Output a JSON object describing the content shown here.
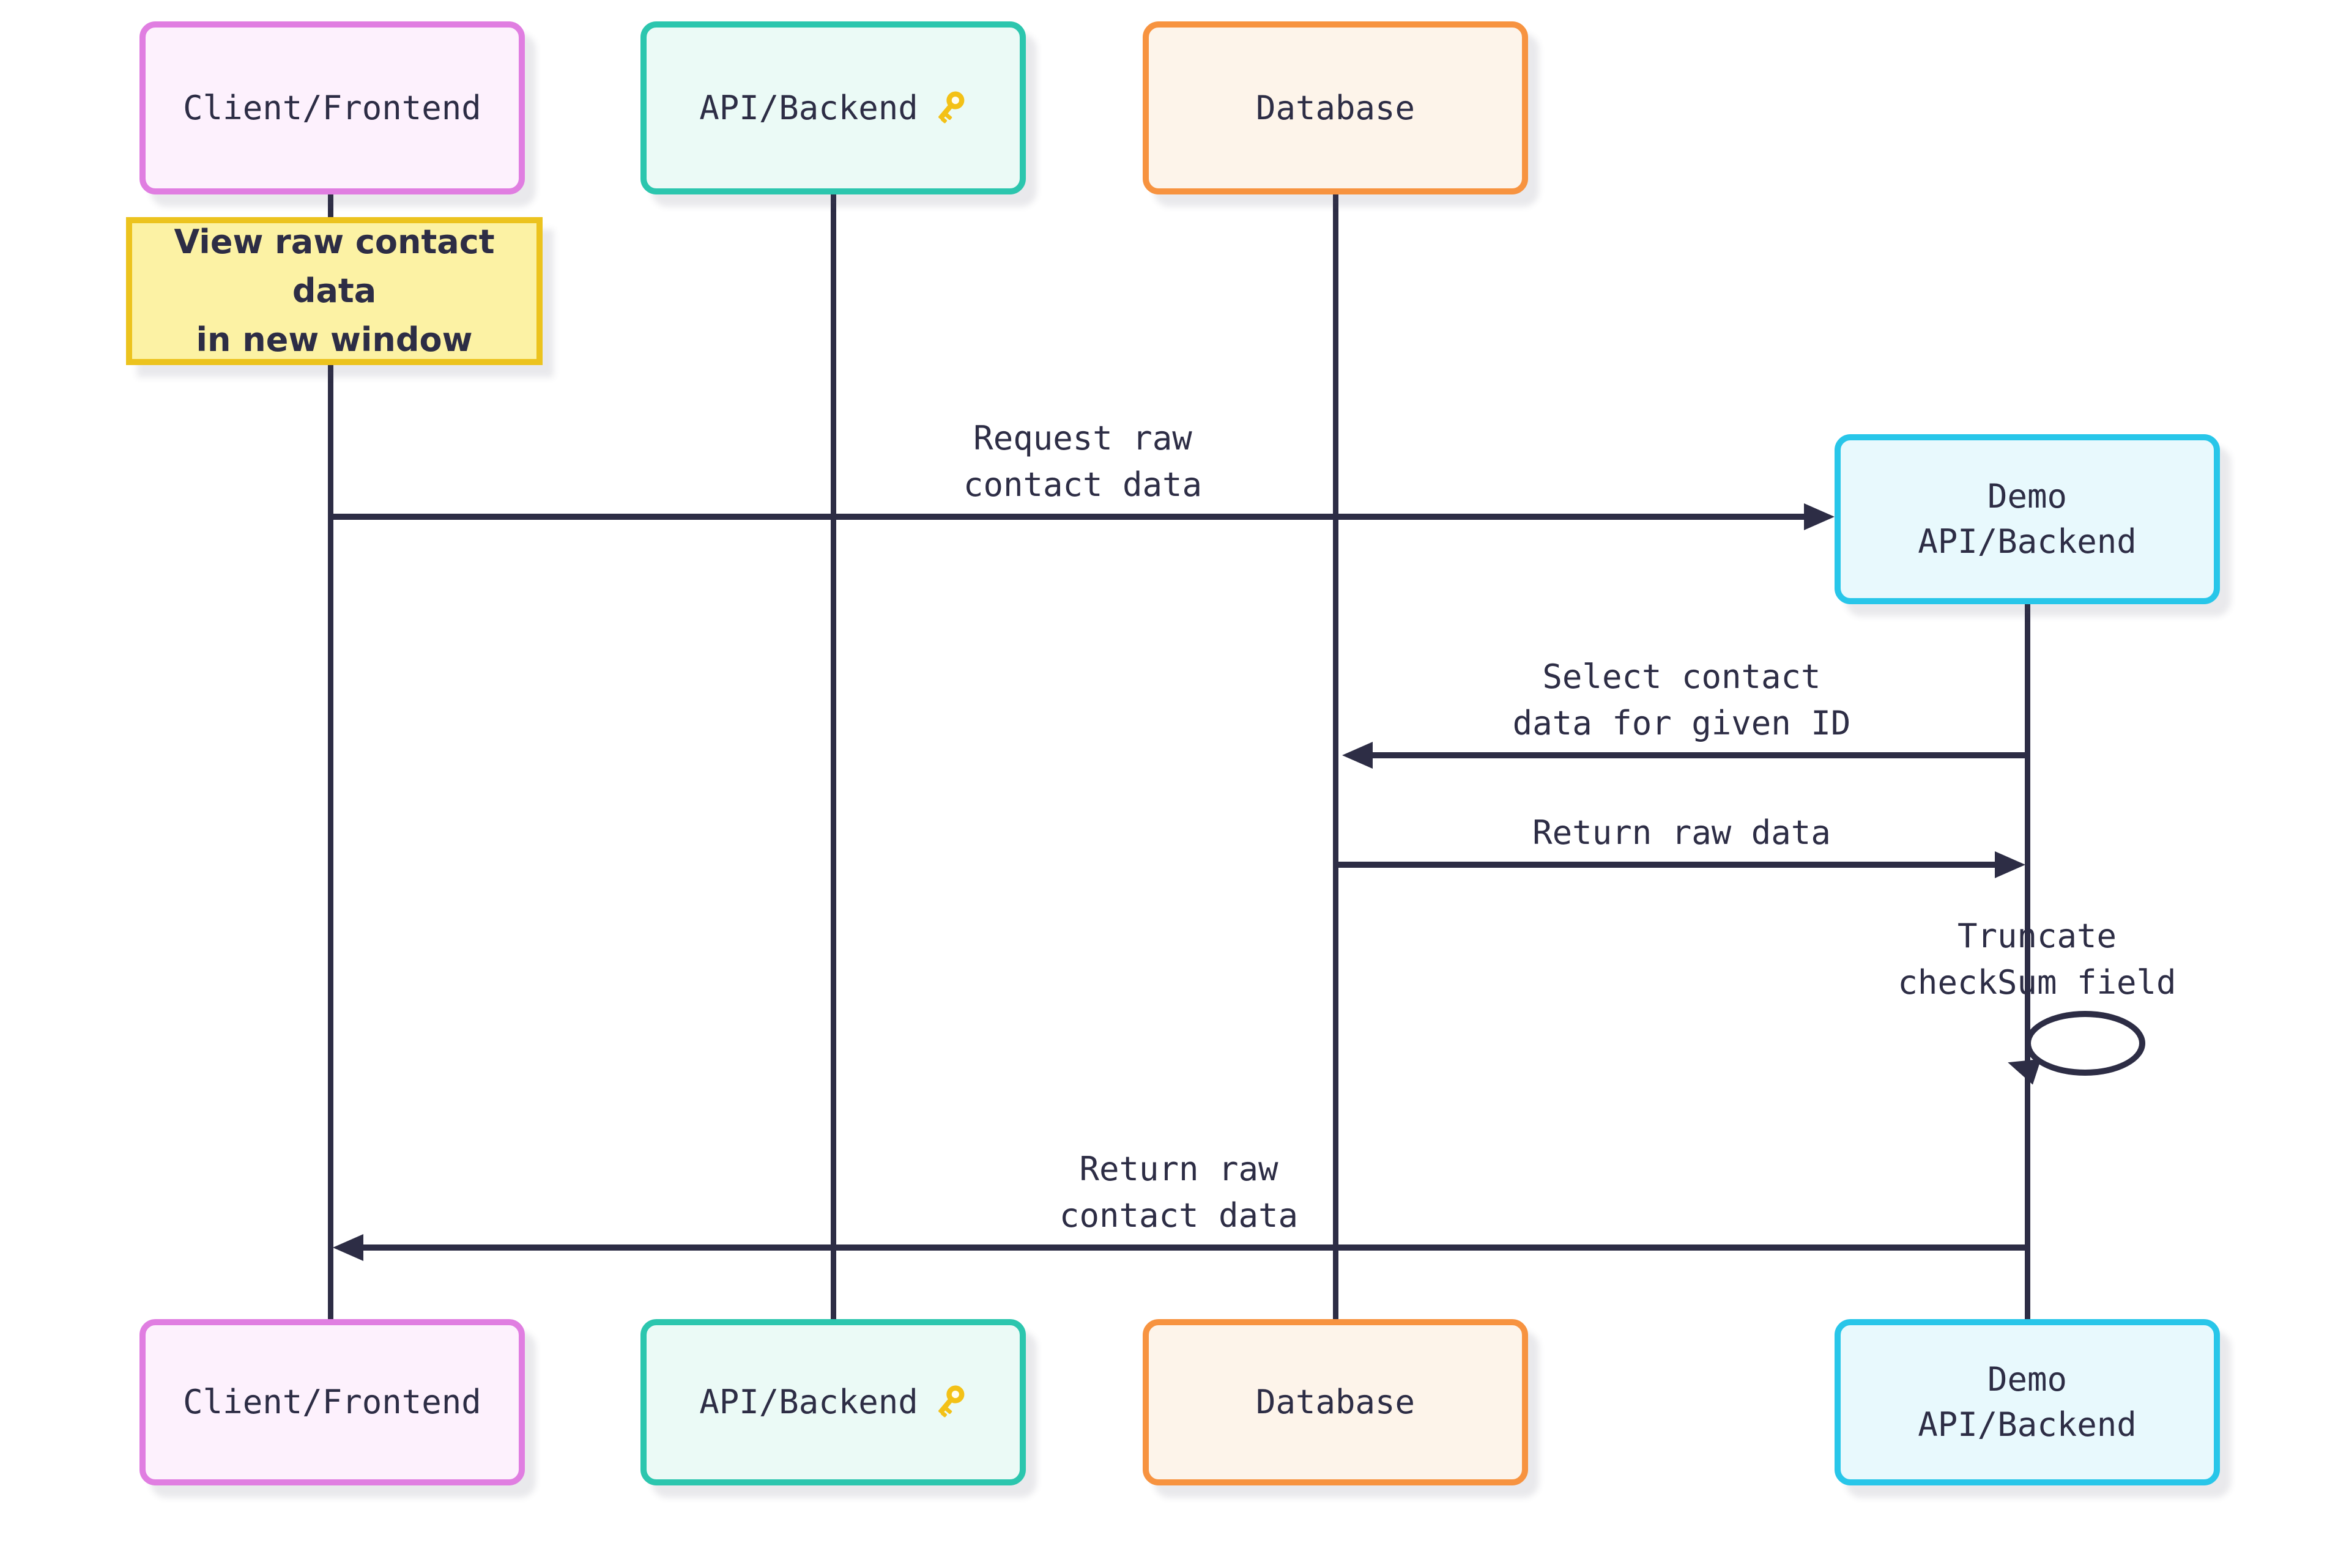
{
  "diagram": {
    "type": "sequence",
    "background_color": "#ffffff",
    "line_color": "#2d2d45",
    "text_color": "#2d2d45",
    "actors": [
      {
        "id": "client",
        "label": "Client/Frontend",
        "border_color": "#e07ee1",
        "fill_color": "#fdf1fd"
      },
      {
        "id": "api",
        "label": "API/Backend",
        "icon": "key-icon",
        "icon_color": "#f3c117",
        "border_color": "#2cc6ae",
        "fill_color": "#ebfaf6"
      },
      {
        "id": "database",
        "label": "Database",
        "border_color": "#f79340",
        "fill_color": "#fdf4ea"
      },
      {
        "id": "demo",
        "label": "Demo\nAPI/Backend",
        "border_color": "#28c6e9",
        "fill_color": "#e8f9fd"
      }
    ],
    "note": {
      "text": "View raw contact data\nin new window",
      "attached_to": "client",
      "border_color": "#ecc31e",
      "fill_color": "#fcf2a4"
    },
    "messages": [
      {
        "id": 1,
        "label": "Request raw\ncontact data",
        "from": "client",
        "to": "demo",
        "direction": "right"
      },
      {
        "id": 2,
        "label": "Select contact\ndata for given ID",
        "from": "demo",
        "to": "database",
        "direction": "left"
      },
      {
        "id": 3,
        "label": "Return raw data",
        "from": "database",
        "to": "demo",
        "direction": "right"
      },
      {
        "id": 4,
        "label": "Truncate\ncheckSum field",
        "from": "demo",
        "to": "demo",
        "direction": "self"
      },
      {
        "id": 5,
        "label": "Return raw\ncontact data",
        "from": "demo",
        "to": "client",
        "direction": "left"
      }
    ]
  }
}
